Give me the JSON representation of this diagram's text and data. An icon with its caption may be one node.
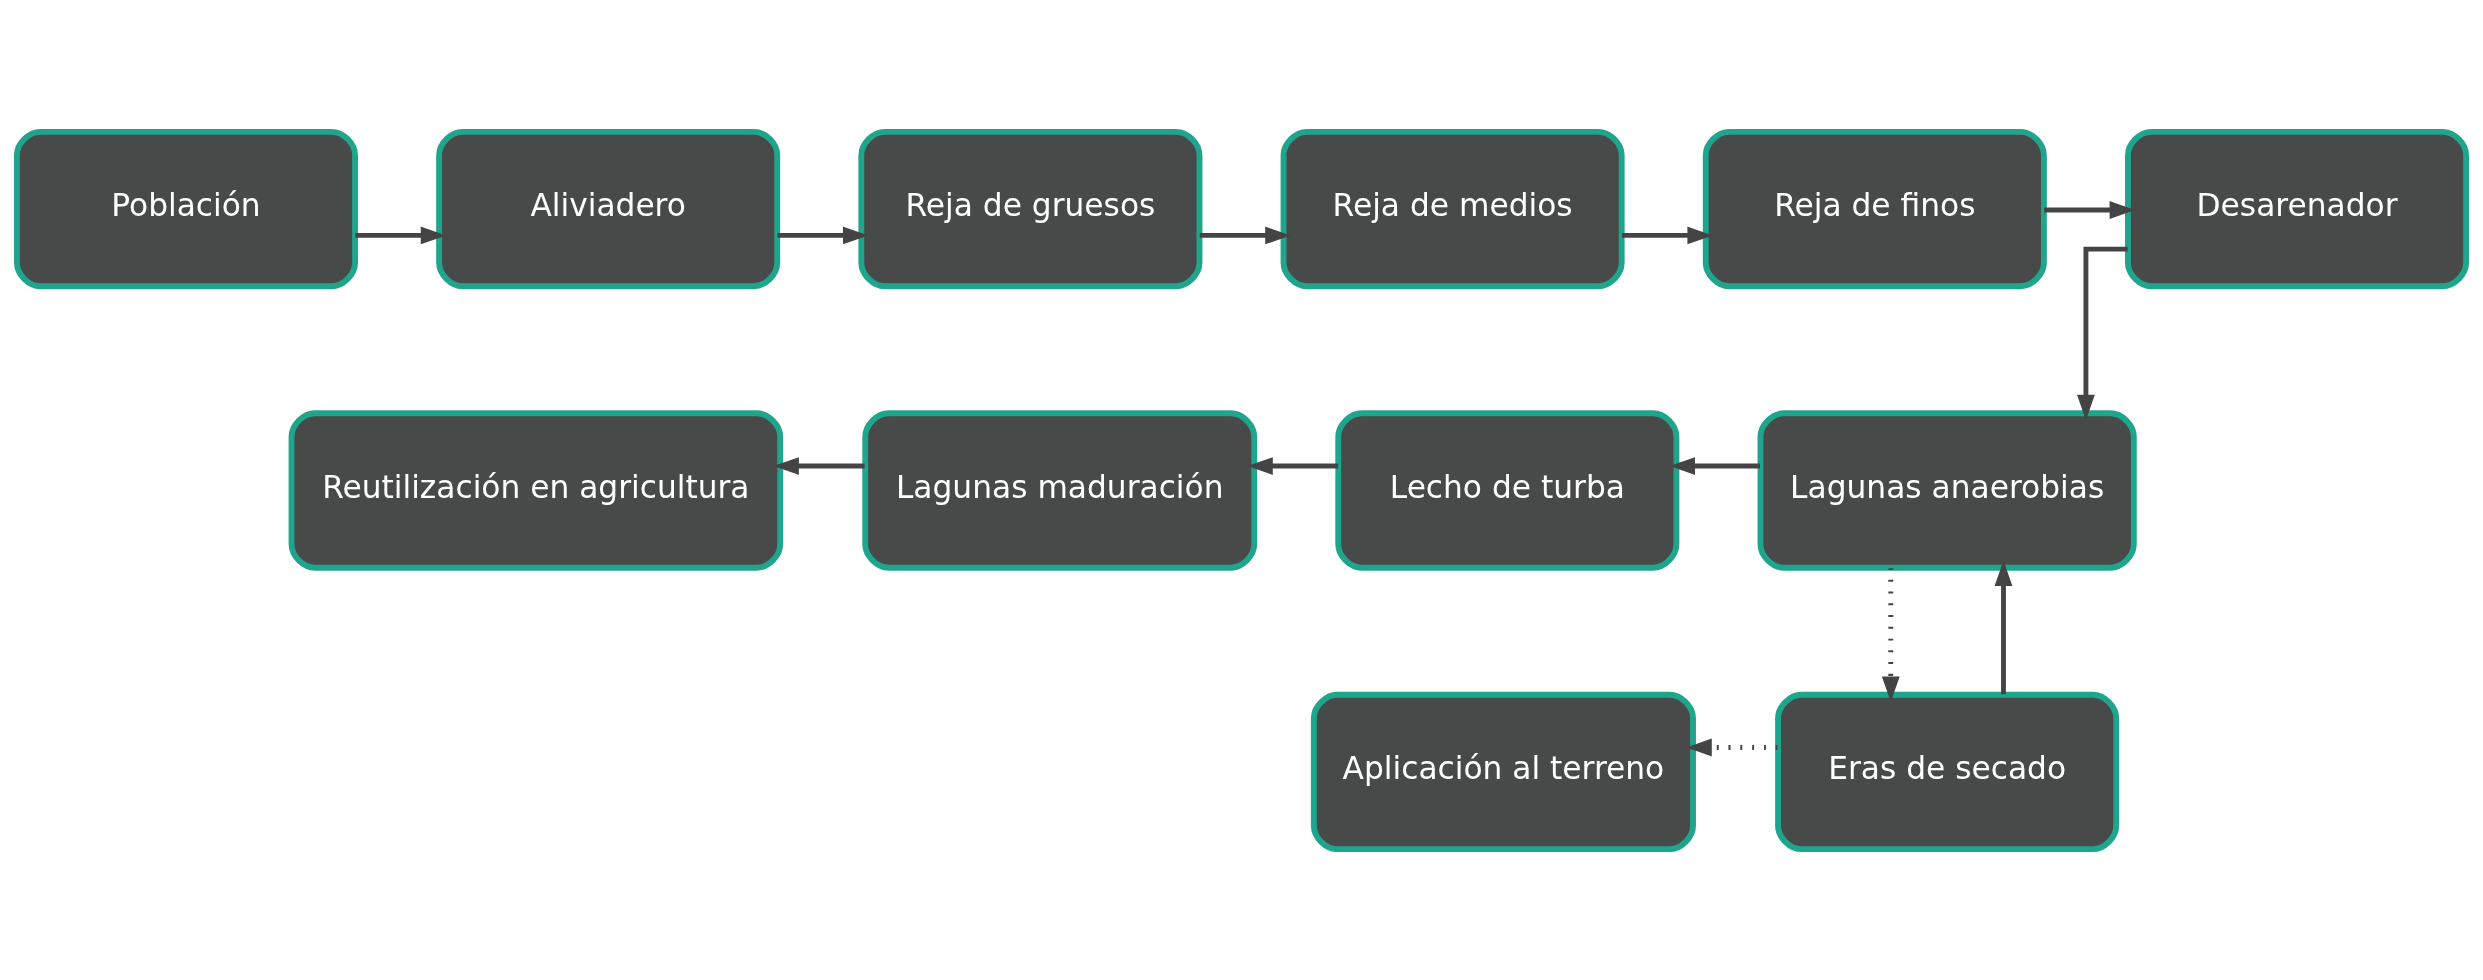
{
  "diagram": {
    "nodes": [
      {
        "text": [
          "Población"
        ]
      },
      {
        "text": [
          "Aliviadero"
        ]
      },
      {
        "text": [
          "Reja de gruesos"
        ]
      },
      {
        "text": [
          "Reja de medios"
        ]
      },
      {
        "text": [
          "Reja de finos"
        ]
      },
      {
        "text": [
          "Desarenador"
        ]
      },
      {
        "text": [
          "Lagunas anaerobias"
        ]
      },
      {
        "text": [
          "Lecho de turba"
        ]
      },
      {
        "text": [
          "Lagunas maduración"
        ]
      },
      {
        "text": [
          "Reutilización en agricultura"
        ]
      },
      {
        "text": [
          "Eras de secado"
        ]
      },
      {
        "text": [
          "Aplicación al terreno"
        ]
      }
    ],
    "edges": [
      {
        "from": 0,
        "to": 1,
        "arrow": "to"
      },
      {
        "from": 1,
        "to": 2,
        "arrow": "to"
      },
      {
        "from": 2,
        "to": 3,
        "arrow": "to"
      },
      {
        "from": 3,
        "to": 4,
        "arrow": "to"
      },
      {
        "from": 4,
        "to": 5,
        "arrow": "to"
      },
      {
        "from": 5,
        "to": 6,
        "arrow": "to"
      },
      {
        "from": 6,
        "to": 7,
        "arrow": "to"
      },
      {
        "from": 7,
        "to": 8,
        "arrow": "to"
      },
      {
        "from": 8,
        "to": 9,
        "arrow": "to"
      },
      {
        "from": 6,
        "to": 10,
        "arrow": "to",
        "style": "dashed"
      },
      {
        "from": 10,
        "to": 11,
        "arrow": "to",
        "style": "dashed"
      },
      {
        "from": 10,
        "to": 6,
        "arrow": "to"
      }
    ]
  }
}
